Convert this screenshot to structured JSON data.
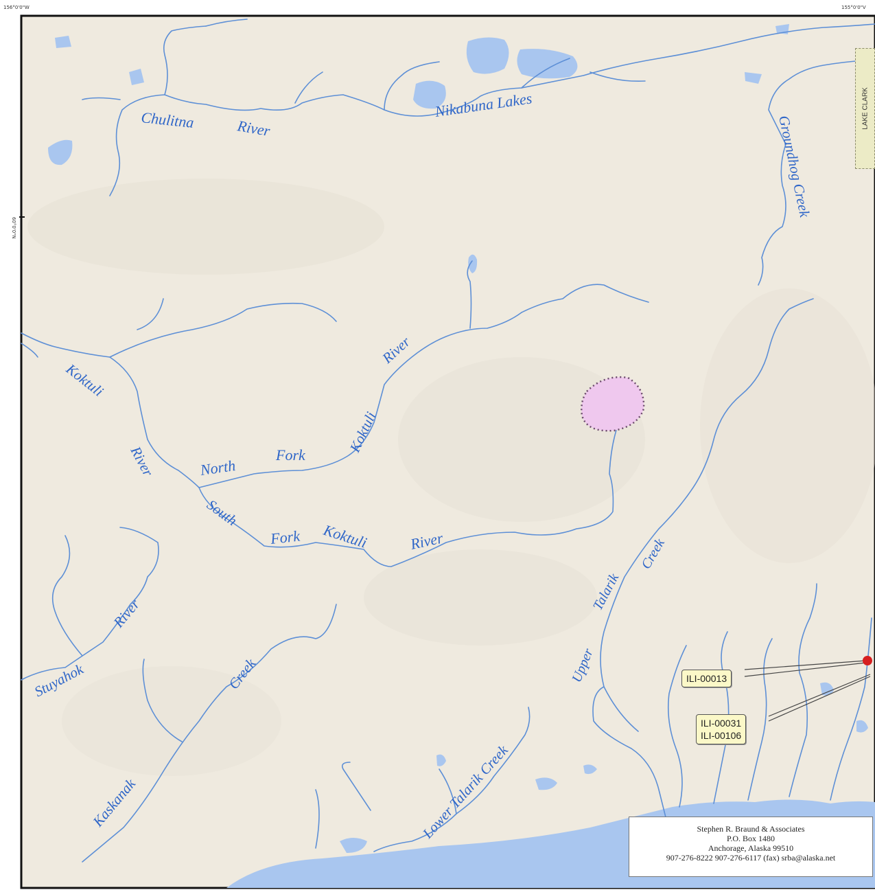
{
  "coordinates": {
    "top_left": "156°0'0\"W",
    "top_right": "155°0'0\"V",
    "left_lat": "60°0'0\"N"
  },
  "labels": {
    "chulitna": "Chulitna",
    "chulitna_river": "River",
    "nikabuna": "Nikabuna Lakes",
    "groundhog": "Groundhog Creek",
    "koktuli": "Koktuli",
    "koktuli_river": "River",
    "north": "North",
    "north_fork": "Fork",
    "nf_koktuli": "Koktuli",
    "nf_river": "River",
    "south": "South",
    "sf_fork": "Fork",
    "sf_koktuli": "Koktuli",
    "sf_river": "River",
    "stuyahok": "Stuyahok",
    "stuyahok_river": "River",
    "kaskanak": "Kaskanak",
    "kaskanak_creek": "Creek",
    "upper": "Upper",
    "upper_talarik": "Talarik",
    "upper_creek": "Creek",
    "lower_talarik": "Lower Talarik Creek"
  },
  "park_label": "LAKE CLARK",
  "sites": {
    "site1": "ILI-00013",
    "site2": "ILI-00031",
    "site3": "ILI-00106"
  },
  "credit": {
    "line1": "Stephen R. Braund & Associates",
    "line2": "P.O. Box 1480",
    "line3": "Anchorage, Alaska 99510",
    "line4": "907-276-8222  907-276-6117 (fax)  srba@alaska.net"
  },
  "colors": {
    "land": "#efeadf",
    "water": "#a9c6ef",
    "river": "#5d8fd6",
    "label": "#2f66c8",
    "site_point": "#d61f1f",
    "study_area": "#efc8ee"
  }
}
